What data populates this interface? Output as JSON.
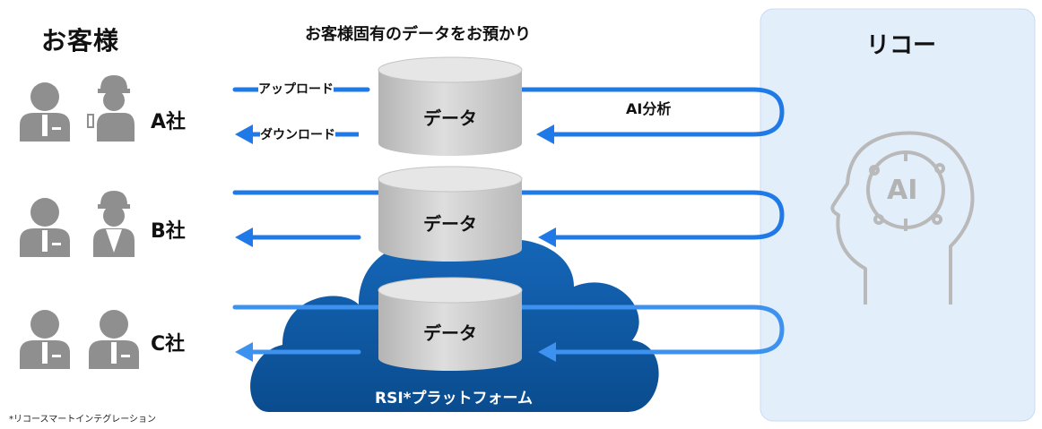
{
  "header": {
    "customers": "お客様",
    "center": "お客様固有のデータをお預かり",
    "ricoh": "リコー"
  },
  "companies": [
    {
      "name": "A社"
    },
    {
      "name": "B社"
    },
    {
      "name": "C社"
    }
  ],
  "arrows": {
    "upload": "アップロード",
    "download": "ダウンロード",
    "ai_analysis": "AI分析"
  },
  "database_label": "データ",
  "cloud_label": "RSI*プラットフォーム",
  "ai_head_text": "AI",
  "footnote": "*リコースマートインテグレーション",
  "colors": {
    "flow_blue": "#1f7ae8",
    "panel_bg": "#e3eefb",
    "cloud_blue": "#0f5ca8",
    "person_gray": "#8f8f8f",
    "db_gray": "#c9c9c9"
  }
}
